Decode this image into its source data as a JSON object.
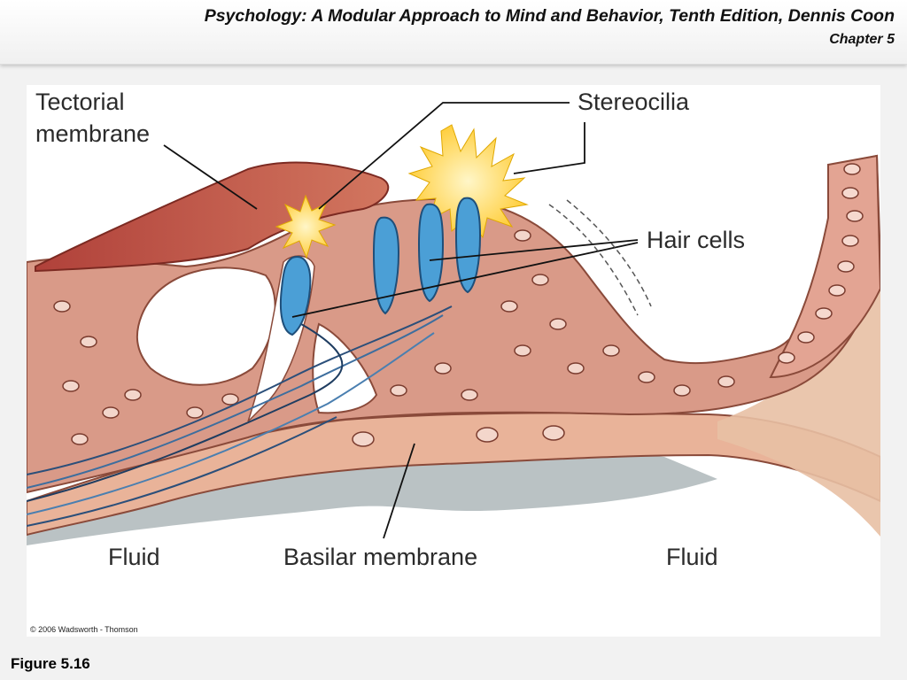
{
  "slide": {
    "title": "Psychology: A Modular Approach to Mind and Behavior, Tenth Edition, Dennis Coon",
    "chapter": "Chapter 5",
    "figure_caption": "Figure 5.16"
  },
  "diagram": {
    "labels": {
      "tectorial_line1": "Tectorial",
      "tectorial_line2": "membrane",
      "stereocilia": "Stereocilia",
      "hair_cells": "Hair cells",
      "fluid_left": "Fluid",
      "basilar": "Basilar membrane",
      "fluid_right": "Fluid"
    },
    "copyright": "© 2006 Wadsworth - Thomson"
  },
  "colors": {
    "tissue": "#d99a88",
    "tectorial": "#c2503f",
    "hair_cell": "#4b9fd6",
    "stereocilia_glow": "#ffd75a",
    "fluid_gray": "#a9b3b5"
  }
}
